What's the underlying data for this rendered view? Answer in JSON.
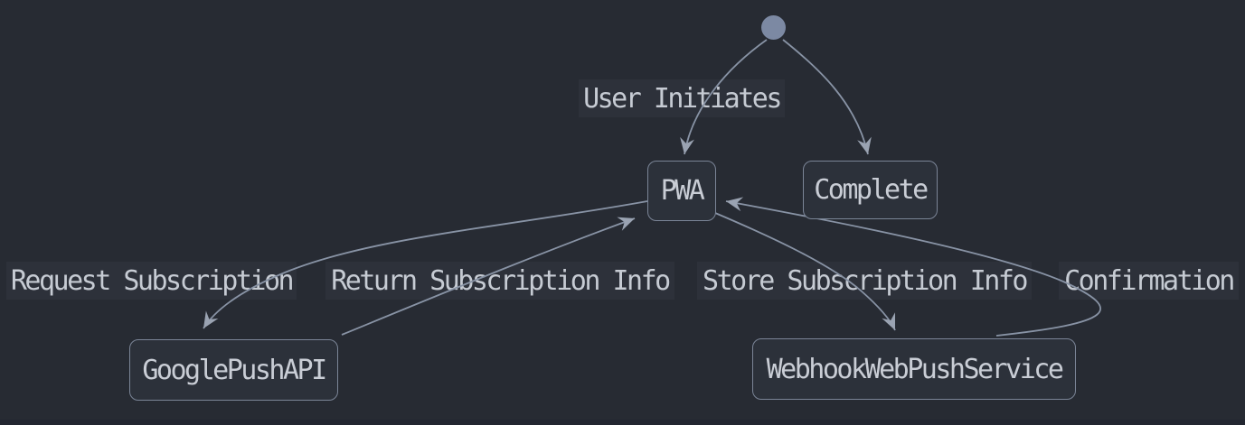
{
  "diagram": {
    "type": "state-diagram",
    "nodes": {
      "start": {
        "kind": "initial-state-dot",
        "label": ""
      },
      "pwa": {
        "label": "PWA"
      },
      "complete": {
        "label": "Complete"
      },
      "google_push_api": {
        "label": "GooglePushAPI"
      },
      "webhook_web_push_service": {
        "label": "WebhookWebPushService"
      }
    },
    "edges": [
      {
        "from": "start",
        "to": "pwa",
        "label": "User Initiates"
      },
      {
        "from": "start",
        "to": "complete",
        "label": ""
      },
      {
        "from": "pwa",
        "to": "google_push_api",
        "label": "Request Subscription"
      },
      {
        "from": "google_push_api",
        "to": "pwa",
        "label": "Return Subscription Info"
      },
      {
        "from": "pwa",
        "to": "webhook_web_push_service",
        "label": "Store Subscription Info"
      },
      {
        "from": "webhook_web_push_service",
        "to": "pwa",
        "label": "Confirmation"
      }
    ],
    "colors": {
      "background": "#272b33",
      "node_fill": "#2c313a",
      "node_border": "#7b8597",
      "node_text": "#c9cdd5",
      "edge_line": "#8893a5",
      "arrowhead": "#9aa3b2",
      "initial_dot": "#7c89a3",
      "label_background": "#2d313a",
      "label_text": "#c6cbd3"
    }
  }
}
